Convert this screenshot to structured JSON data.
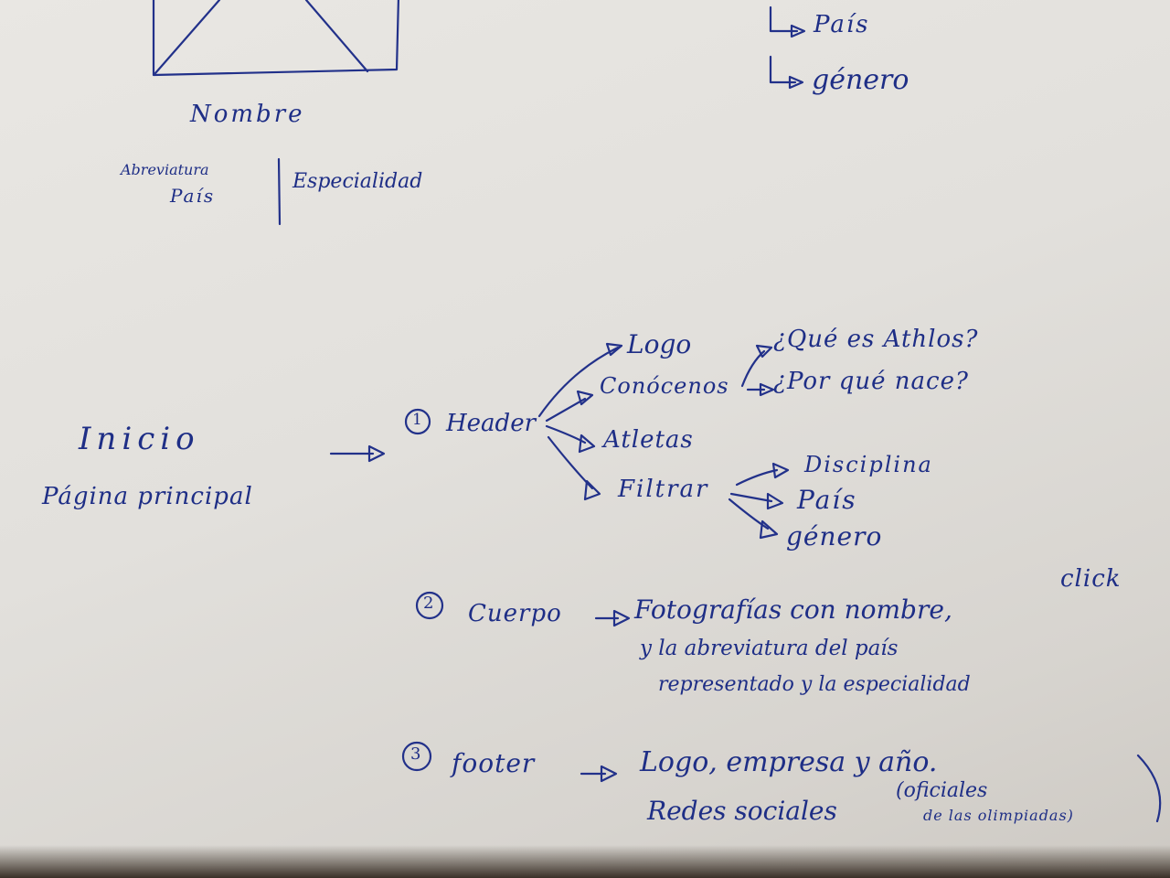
{
  "card": {
    "name": "Nombre",
    "abbr": "Abreviatura",
    "country": "País",
    "specialty": "Especialidad"
  },
  "top_filters": [
    "País",
    "género"
  ],
  "left": {
    "inicio": "Inicio",
    "pagina": "Página principal"
  },
  "header": {
    "label": "Header",
    "number": "1",
    "items": [
      "Logo",
      "Conócenos",
      "Atletas",
      "Filtrar"
    ],
    "conocenos": [
      "¿Qué es Athlos?",
      "¿Por qué nace?"
    ],
    "filtrar": [
      "Disciplina",
      "País",
      "género"
    ]
  },
  "body": {
    "number": "2",
    "label": "Cuerpo",
    "click": "click",
    "lines": [
      "Fotografías con nombre,",
      "y la abreviatura del país",
      "representado y la especialidad"
    ]
  },
  "footer": {
    "number": "3",
    "label": "footer",
    "lines": [
      "Logo, empresa y año.",
      "Redes sociales"
    ],
    "note_top": "(oficiales",
    "note_bottom": "de las olimpiadas)"
  },
  "colors": {
    "ink": "#1e2e86",
    "paper": "#e5e3df"
  }
}
